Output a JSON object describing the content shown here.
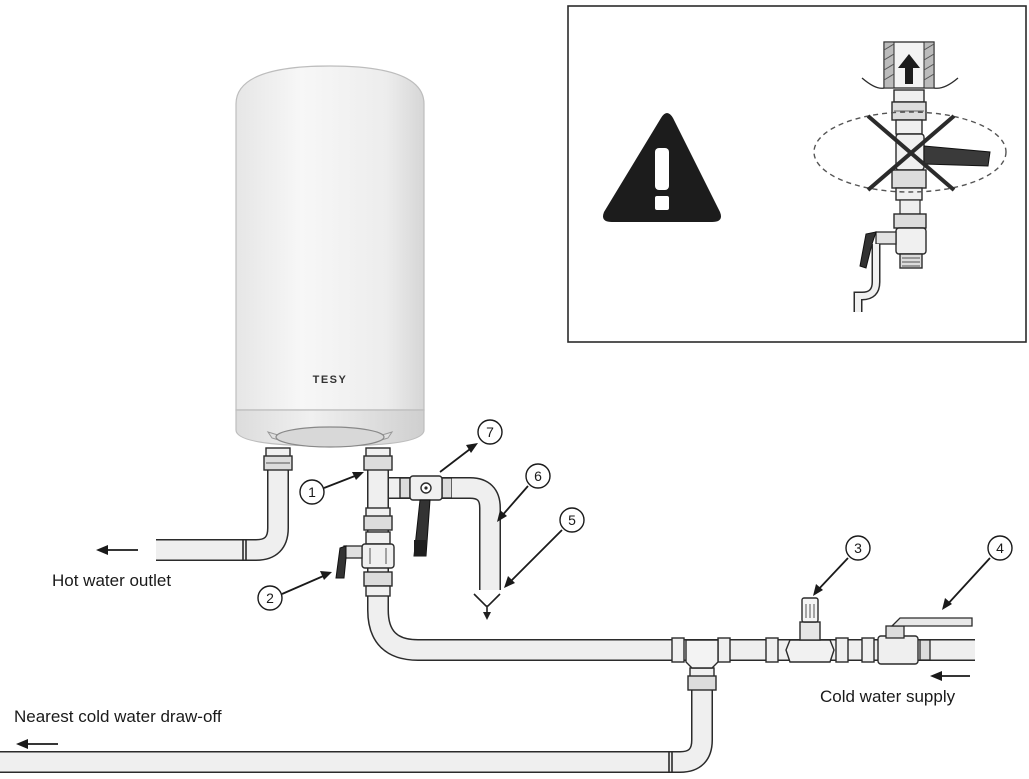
{
  "brand": {
    "logo": "TESY"
  },
  "labels": {
    "hot_water_outlet": "Hot water outlet",
    "cold_water_supply": "Cold water supply",
    "nearest_cold_draw_off": "Nearest cold water draw-off"
  },
  "callouts": [
    "1",
    "2",
    "3",
    "4",
    "5",
    "6",
    "7"
  ],
  "icons": {
    "warning": "warning-triangle-icon",
    "prohibited": "cross-out-icon",
    "flow_up": "arrow-up-icon"
  }
}
